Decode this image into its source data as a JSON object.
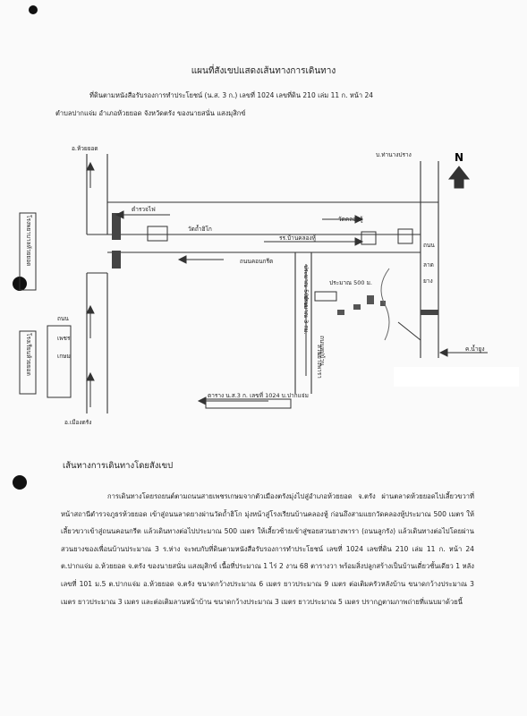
{
  "header": {
    "title": "แผนที่สังเขปแสดงเส้นทางการเดินทาง",
    "line1": "ที่ดินตามหนังสือรับรองการทำประโยชน์ (น.ส. 3 ก.) เลขที่ 1024 เลขที่ดิน 210 เล่ม 11 ก. หน้า 24",
    "line2": "ตำบลปากแจ่ม อำเภอห้วยยอด จังหวัดตรัง ของนายสนั่น แสงมุสิกข์"
  },
  "map": {
    "north": "N",
    "labels": {
      "huai_yot": "อ.ห้วยยอด",
      "tha_mai_prang": "บ.ท่านางปราง",
      "temple": "วัดถ้ำฮิโก",
      "police": "ตำรวจไฟ",
      "khlong_hu_label": "วัดคลองหู้",
      "khlong_hu_arrow": "รร.บ้านคลองหู้",
      "road_concrete": "ถนนคอนกรีต",
      "road_right": "ถนน",
      "road_right2": "ลาด",
      "road_right3": "ยาง",
      "distance_500": "ประมาณ 500 ม.",
      "distance_500b": "ประมาณ 500 ม.",
      "distance_3km": "ประมาณ 3 กม.",
      "village_road": "ถนนหมู่บ้าน",
      "rubber": "สวนยางพารา",
      "river": "ค.น้ำยูง",
      "road_left1": "ถนน",
      "road_left2": "เพชร",
      "road_left3": "เกษม",
      "hospital": "โรงพยาบาลห้วยยอด",
      "school": "โรงเรียนห้วยยอด",
      "mueang_trang": "อ.เมืองตรัง",
      "parcel": "ตาราง น.ส.3 ก. เลขที่ 1024 บ.ปากแจ่ม"
    }
  },
  "directions": {
    "title": "เส้นทางการเดินทางโดยสังเขป",
    "text": "การเดินทางโดยรถยนต์ตามถนนสายเพชรเกษมจากตัวเมืองตรังมุ่งไปสู่อำเภอห้วยยอด จ.ตรัง ผ่านตลาดห้วยยอดไปเลี้ยวขวาที่หน้าสถานีตำรวจภูธรห้วยยอด เข้าสู่ถนนลาดยางผ่านวัดถ้ำฮิโก มุ่งหน้าสู่โรงเรียนบ้านคลองหู้ ก่อนถึงสามแยกวัดคลองหู้ประมาณ 500 เมตร ให้เลี้ยวขวาเข้าสู่ถนนคอนกรีต แล้วเดินทางต่อไปประมาณ 500 เมตร ให้เลี้ยวซ้ายเข้าสู่ซอยสวนยางพารา (ถนนลูกรัง) แล้วเดินทางต่อไปโดยผ่านสวนยางของเพื่อนบ้านประมาณ 3 ร.ห่าง จะพบกับที่ดินตามหนังสือรับรองการทำประโยชน์ เลขที่ 1024 เลขที่ดิน 210 เล่ม 11 ก. หน้า 24 ต.ปากแจ่ม อ.ห้วยยอด จ.ตรัง ของนายสนั่น แสงมุสิกข์ เนื้อที่ประมาณ 1 ไร่ 2 งาน 68 ตารางวา พร้อมสิ่งปลูกสร้างเป็นบ้านเดี่ยวชั้นเดียว 1 หลัง เลขที่ 101 ม.5 ต.ปากแจ่ม อ.ห้วยยอด จ.ตรัง ขนาดกว้างประมาณ 6 เมตร ยาวประมาณ 9 เมตร ต่อเติมครัวหลังบ้าน ขนาดกว้างประมาณ 3 เมตร ยาวประมาณ 3 เมตร และต่อเติมลานหน้าบ้าน ขนาดกว้างประมาณ 3 เมตร ยาวประมาณ 5 เมตร ปรากฏตามภาพถ่ายที่แนบมาด้วยนี้"
  }
}
